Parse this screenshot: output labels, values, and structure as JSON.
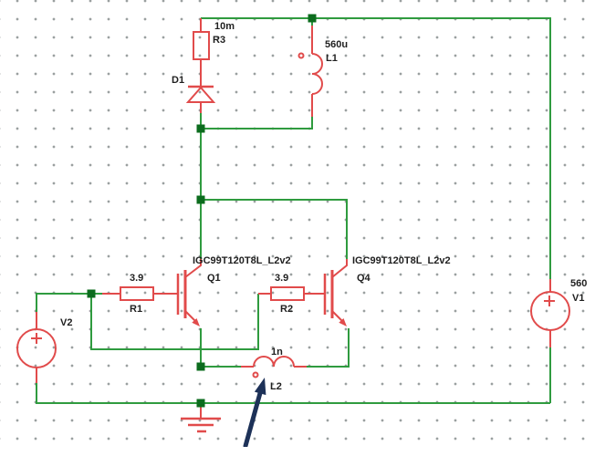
{
  "schematic": {
    "components": {
      "r3": {
        "ref": "R3",
        "value": "10m"
      },
      "l1": {
        "ref": "L1",
        "value": "560u"
      },
      "d1": {
        "ref": "D1"
      },
      "q1": {
        "ref": "Q1",
        "model": "IGC99T120T8L_L2v2"
      },
      "q4": {
        "ref": "Q4",
        "model": "IGC99T120T8L_L2v2"
      },
      "r1": {
        "ref": "R1",
        "value": "3.9"
      },
      "r2": {
        "ref": "R2",
        "value": "3.9"
      },
      "l2": {
        "ref": "L2",
        "value": "1n"
      },
      "v2": {
        "ref": "V2"
      },
      "v1": {
        "ref": "V1",
        "value": "560"
      }
    },
    "colors": {
      "wire": "#2f9b3f",
      "component": "#e14b4b",
      "junction": "#0c6c1e",
      "text": "#1f1f1f",
      "annotation_arrow": "#1d3158",
      "grid_dot": "#9aa0a0",
      "background": "#ffffff"
    }
  }
}
